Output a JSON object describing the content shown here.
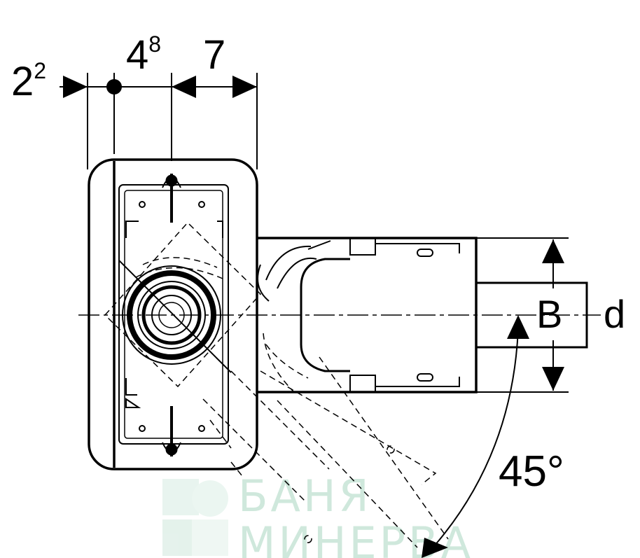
{
  "dimensions": {
    "d1_base": "2",
    "d1_sup": "2",
    "d2_base": "4",
    "d2_sup": "8",
    "d3": "7"
  },
  "labels": {
    "b": "B",
    "d": "d",
    "angle": "45°"
  },
  "watermark": {
    "line1": "БАНЯ",
    "line2": "МИНЕРВА"
  },
  "colors": {
    "ink": "#000000",
    "watermark": "#cfe8dc"
  }
}
